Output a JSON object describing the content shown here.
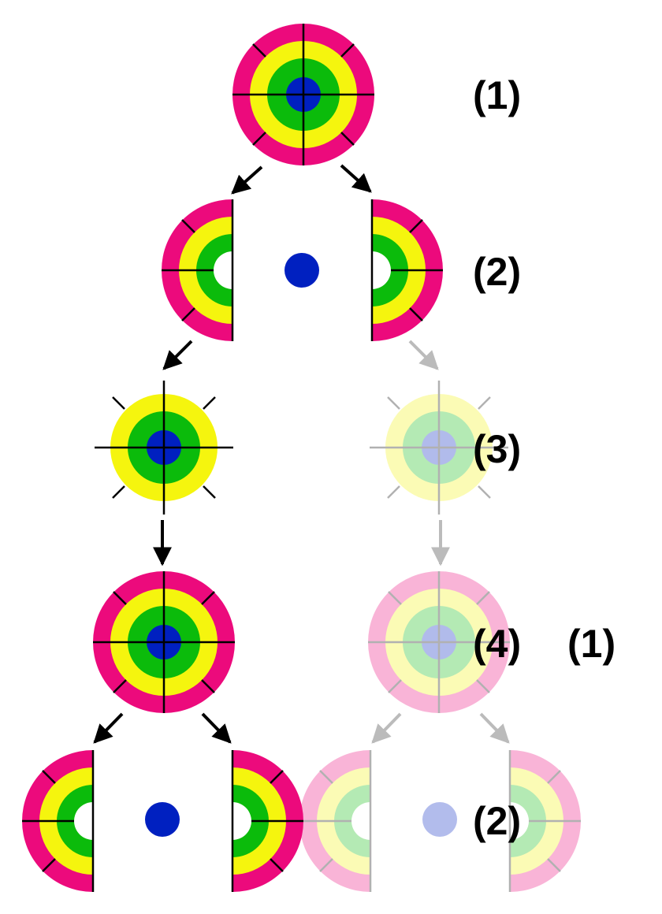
{
  "colors": {
    "ring_outer": "#ec0a7c",
    "ring_middle": "#f5f50e",
    "ring_inner": "#0bbb0b",
    "core": "#0020c0",
    "divider": "#000000",
    "arrow_active": "#000000",
    "arrow_faded": "#bbbbbb"
  },
  "stage_labels": {
    "row1": "(1)",
    "row2": "(2)",
    "row3": "(3)",
    "row4": "(4)",
    "row4_restart": "(1)",
    "row5": "(2)"
  }
}
